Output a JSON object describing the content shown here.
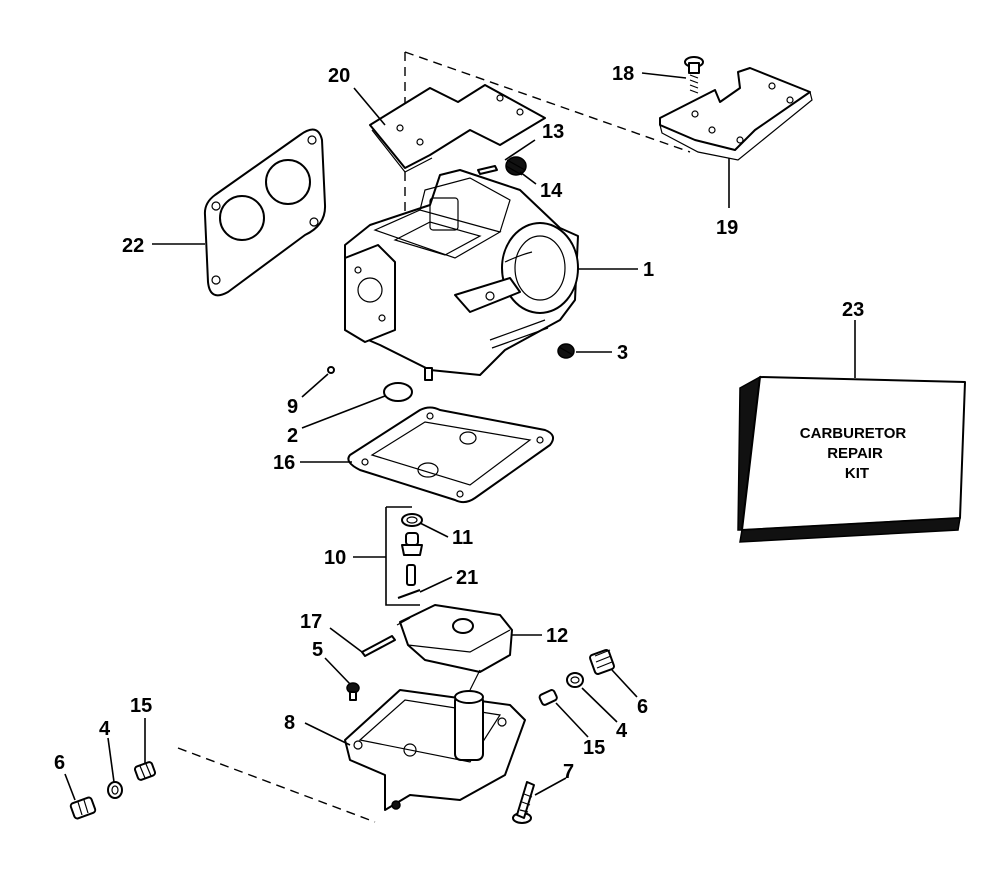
{
  "callouts": {
    "c1": "1",
    "c2": "2",
    "c3": "3",
    "c4a": "4",
    "c4b": "4",
    "c5": "5",
    "c6a": "6",
    "c6b": "6",
    "c7": "7",
    "c8": "8",
    "c9": "9",
    "c10": "10",
    "c11": "11",
    "c12": "12",
    "c13": "13",
    "c14": "14",
    "c15a": "15",
    "c15b": "15",
    "c16": "16",
    "c17": "17",
    "c18": "18",
    "c19": "19",
    "c20": "20",
    "c21": "21",
    "c22": "22",
    "c23": "23"
  },
  "kit": {
    "line1": "CARBURETOR",
    "line2": "REPAIR",
    "line3": "KIT"
  }
}
